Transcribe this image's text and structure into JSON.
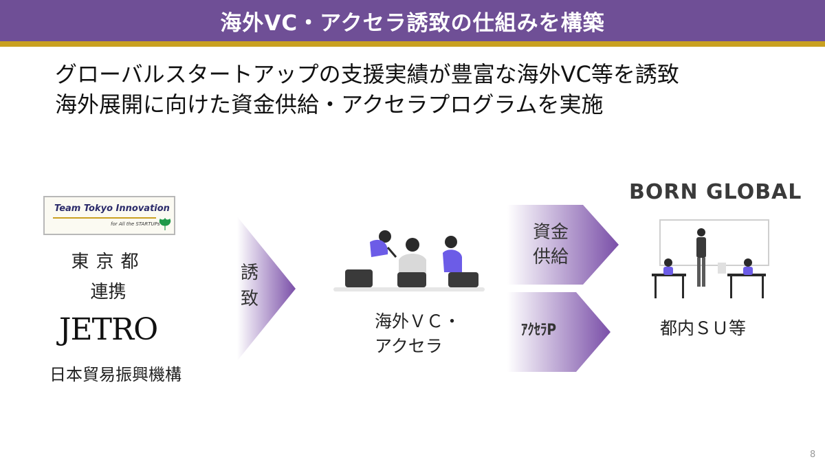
{
  "slide": {
    "title": "海外VC・アクセラ誘致の仕組みを構築",
    "subtitle_lines": [
      "グローバルスタートアップの支援実績が豊富な海外VC等を誘致",
      "海外展開に向けた資金供給・アクセラプログラムを実施"
    ],
    "page_number": "8"
  },
  "left": {
    "logo_title": "Team Tokyo Innovation",
    "logo_subtitle": "for All the STARTUPs",
    "tokyo": "東京都",
    "renkei": "連携",
    "jetro_logo": "JETRO",
    "jetro_name": "日本貿易振興機構"
  },
  "flow": {
    "invite_arrow": [
      "誘",
      "致"
    ],
    "vc_label_lines": [
      "海外ＶＣ・",
      "アクセラ"
    ],
    "funding_arrow": [
      "資金",
      "供給"
    ],
    "accel_arrow": "ｱｸｾﾗP",
    "born_global": "BORN GLOBAL",
    "su_label": "都内ＳＵ等"
  },
  "colors": {
    "title_bar": "#6f4f96",
    "gold_line": "#c9a020",
    "arrow_dark": "#7a4fa8",
    "arrow_light": "#ffffff",
    "figure_purple": "#6c5ce7"
  }
}
